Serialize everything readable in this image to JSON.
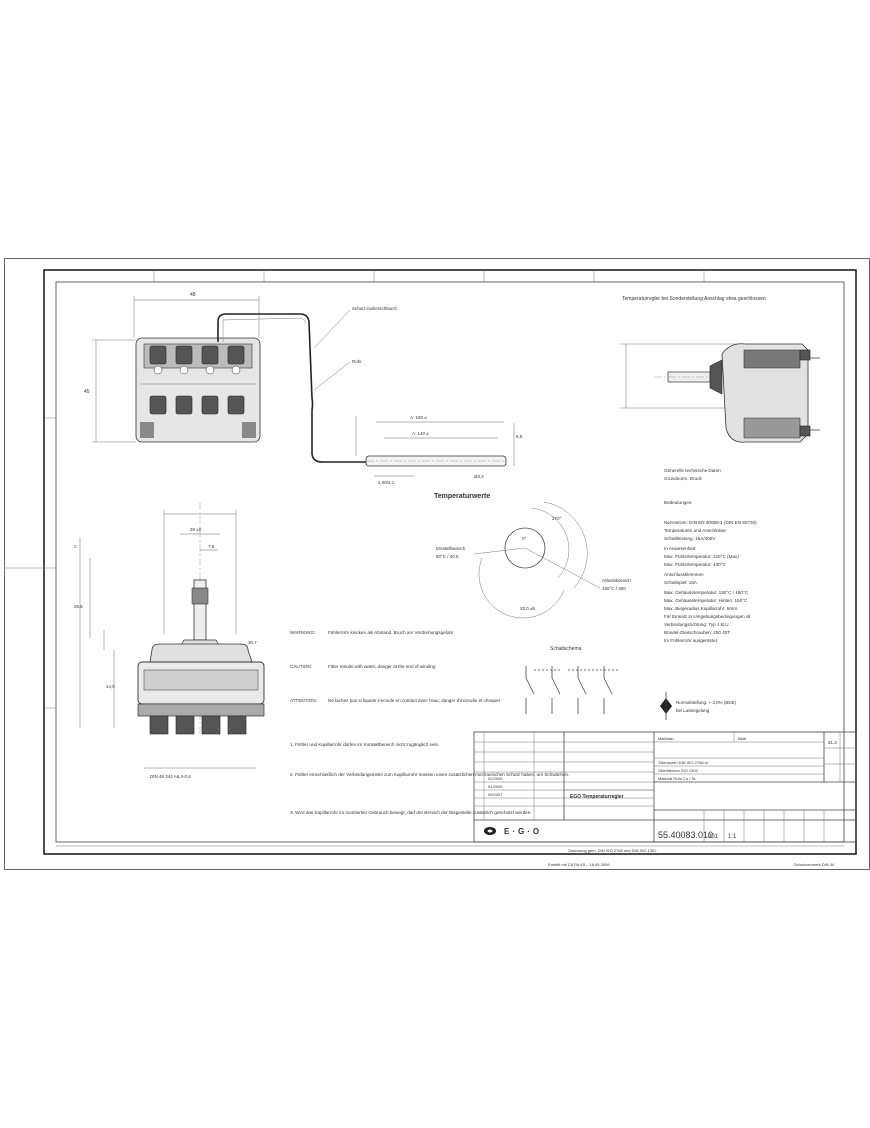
{
  "drawing": {
    "header_note": "Temperaturregler bei Sonderstellung Anschlag etwa geschlossen",
    "capillary_label_1": "Schutz-Isolierschlauch",
    "capillary_label_2": "Rohr",
    "dims": {
      "d_top": "48",
      "d_left": "45",
      "d_bulb_a": "A: 150 ±",
      "d_bulb_b": "A: 140 ±",
      "d_bulb_dia": "Ø3,4",
      "d_bulb_h": "6,5",
      "d_bulb_left": "1,00/3.1",
      "d_front_w": "28 ±0",
      "d_front_w2": "7,6",
      "d_side": "30,7",
      "d_lower": "DIN 46 244 A6,3-0,8",
      "d_front_left_1": "2",
      "d_front_left_2": "26,5",
      "d_front_left_3": "14,5"
    },
    "temp_title": "Temperaturwerte",
    "temp_start": "Einstellbereich",
    "temp_start_val": "50°C / 40 K",
    "temp_end": "Arbeitsbereich",
    "temp_end_val": "165°C / 300",
    "temp_angle_1": "270°",
    "temp_angle_2": "0°",
    "temp_angle_3": "20,0 ±5",
    "contacts_title": "Schaltschema",
    "notes": [
      {
        "label": "WARNUNG:",
        "text": "Fühlerrohr knicken als Abstand. Bruch am Verdrehungsgefahr"
      },
      {
        "label": "CAUTION:",
        "text": "Fitter results with water, danger at the end of winding"
      },
      {
        "label": "ATTENTION:",
        "text": "Ne lachez pas si liquide s'ecoule en contact avec l'eau; danger d'incendie et choquer"
      }
    ],
    "steps": [
      "1. Fühler und Kapillarrohr dürfen im Kontaktbereich nicht zugänglich sein.",
      "2. Fühler einschließlich der Verbindungsmittel zum Kapillarrohr müssen einen zusätzlichen mechanischen Schutz haben, um Schwächen.",
      "3. Wird das Kapillarrohr im montierten Gebrauch bewegt, darf der Bereich der Biegestelle zusätzlich geschützt werden."
    ],
    "specs_title_1": "Generelle technische Daten",
    "specs_title_2": "Grundnorm, Druck",
    "specs_sub": "Bedeutungen:",
    "specs": [
      "Nennstrom: DIN EN 60068-1 (DIN EN 60730)",
      "Temperaturen und Anschlüsse",
      "Schaltleistung: 16A/400V",
      "In Anwesenheit:",
      "Max. Fühlertemperatur: 315°C (Max)",
      "Max. Fühlertemperatur: 400°C",
      "Anschlussklemmen",
      "Schaltspiel: 16A",
      "Max. Gehäusetemperatur: 150°C / 150°C",
      "Max. Gehäusetemperatur: Hinten: 150°C",
      "Max. Biegeradius Kapillarrohr: 5mm",
      "Für Einsatz in Umgebungsbedingungen ist",
      "Verbindungsrichtung: Typ 1.B.U",
      "Bündel-Gleitschrauben: 250 40T",
      "Im Fühlerrohr ausgerüstet"
    ],
    "sym_note_1": "Normalstellung: + 3,0% (BDE)",
    "sym_note_2": "bei Lastregelung",
    "title_block": {
      "part_number": "55.40083.010",
      "description": "EGO Temperaturregler",
      "company": "E·G·O",
      "sheet": "001",
      "scale": "1:1",
      "rows": [
        "Toleranzen DIN ISO 2768-m",
        "Oberflächen ISO 1302",
        "Material Rohr Cu / Ni"
      ],
      "change_rows": [
        "02/2009",
        "01/2009",
        "09/2007"
      ],
      "top_label_1": "Maßstab",
      "top_label_2": "Blatt",
      "code": "81.3"
    },
    "footer_left": "Zeichnung gem. DIN ISO 2768 und DIN ISO 1302",
    "footer_mid": "Erstellt mit CATIA V5 – 18.05.2009",
    "footer_right": "Schutzvermerk DIN 34"
  },
  "colors": {
    "line": "#444444",
    "background": "#ffffff"
  }
}
